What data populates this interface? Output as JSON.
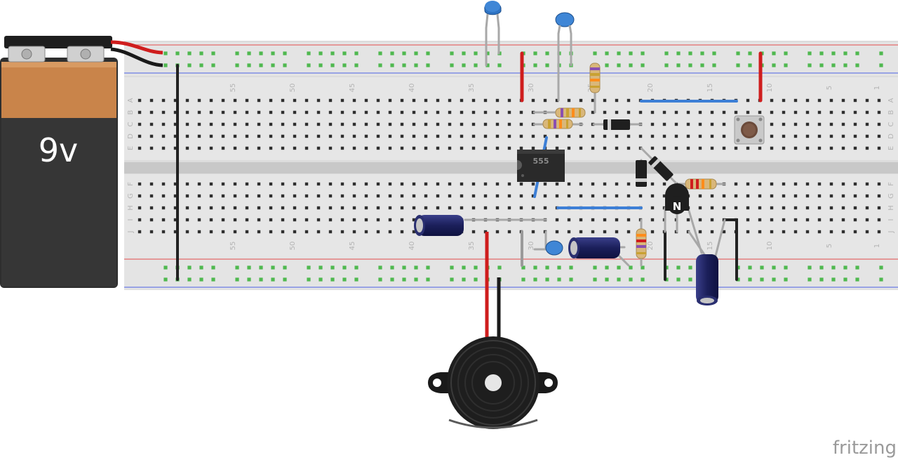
{
  "battery": {
    "label": "9v"
  },
  "breadboard": {
    "column_numbers": [
      "55",
      "50",
      "45",
      "40",
      "35",
      "30",
      "25",
      "20",
      "15",
      "10",
      "5",
      "1"
    ],
    "row_letters_top": [
      "A",
      "B",
      "C",
      "D",
      "E"
    ],
    "row_letters_bottom": [
      "F",
      "G",
      "H",
      "I",
      "J"
    ]
  },
  "ic": {
    "label": "555"
  },
  "transistor": {
    "label": "N"
  },
  "brand": {
    "name": "fritzing"
  }
}
